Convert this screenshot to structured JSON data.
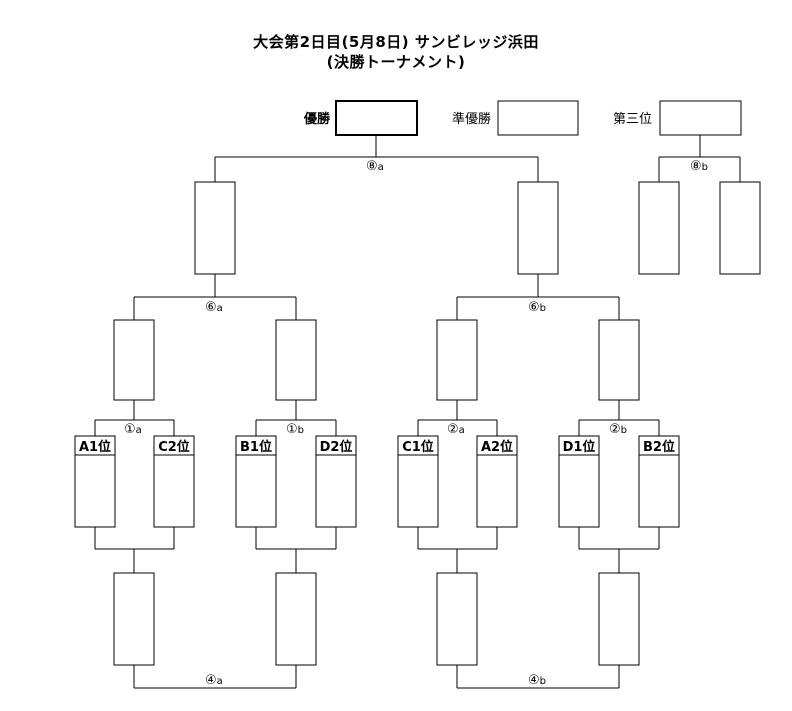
{
  "title": {
    "line1": "大会第2日目(5月8日) サンビレッジ浜田",
    "line2": "(決勝トーナメント)"
  },
  "podium": {
    "winner": "優勝",
    "runner_up": "準優勝",
    "third": "第三位"
  },
  "teams": {
    "a1": "A1位",
    "c2": "C2位",
    "b1": "B1位",
    "d2": "D2位",
    "c1": "C1位",
    "a2": "A2位",
    "d1": "D1位",
    "b2": "B2位"
  },
  "matches": {
    "m8a": {
      "num": "⑧",
      "suffix": "a"
    },
    "m8b": {
      "num": "⑧",
      "suffix": "b"
    },
    "m6a": {
      "num": "⑥",
      "suffix": "a"
    },
    "m6b": {
      "num": "⑥",
      "suffix": "b"
    },
    "m1a": {
      "num": "①",
      "suffix": "a"
    },
    "m1b": {
      "num": "①",
      "suffix": "b"
    },
    "m2a": {
      "num": "②",
      "suffix": "a"
    },
    "m2b": {
      "num": "②",
      "suffix": "b"
    },
    "m4a": {
      "num": "④",
      "suffix": "a"
    },
    "m4b": {
      "num": "④",
      "suffix": "b"
    }
  }
}
